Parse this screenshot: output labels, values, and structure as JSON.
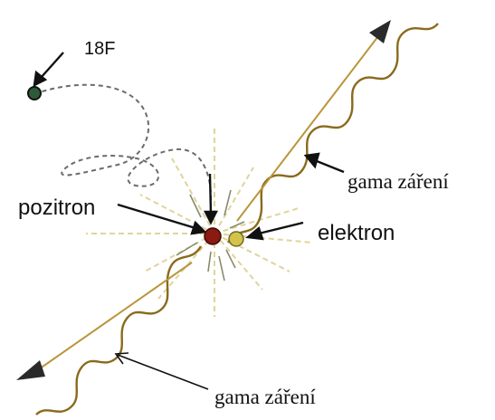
{
  "labels": {
    "isotope": "18F",
    "gamma_upper": "gama záření",
    "positron": "pozitron",
    "electron": "elektron",
    "gamma_lower": "gama záření"
  },
  "colors": {
    "positron": "#8b1a10",
    "electron": "#d4c24a",
    "isotope": "#2f5a3a",
    "ink": "#1a1a1a",
    "wave": "#8a6a1c",
    "ray": "#e0d49a"
  }
}
